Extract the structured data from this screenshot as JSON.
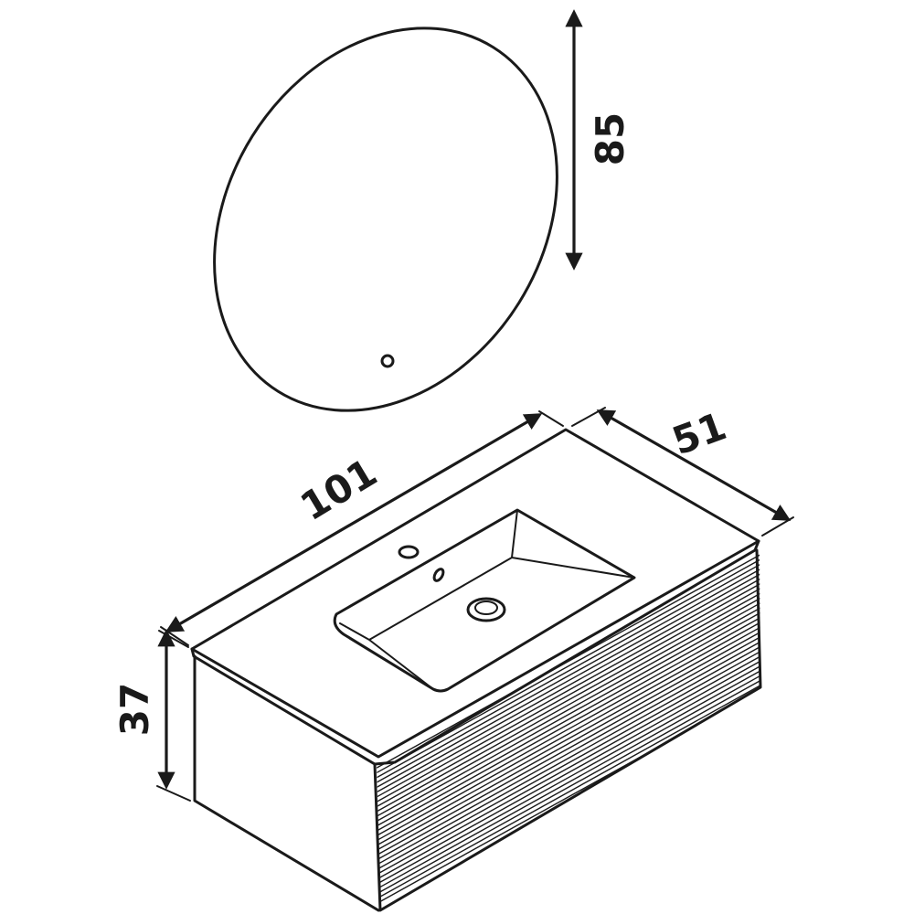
{
  "dimensions": {
    "mirror_height": "85",
    "cabinet_width": "101",
    "cabinet_depth": "51",
    "cabinet_height": "37"
  },
  "colors": {
    "stroke": "#1a1a1a",
    "background": "#ffffff"
  }
}
